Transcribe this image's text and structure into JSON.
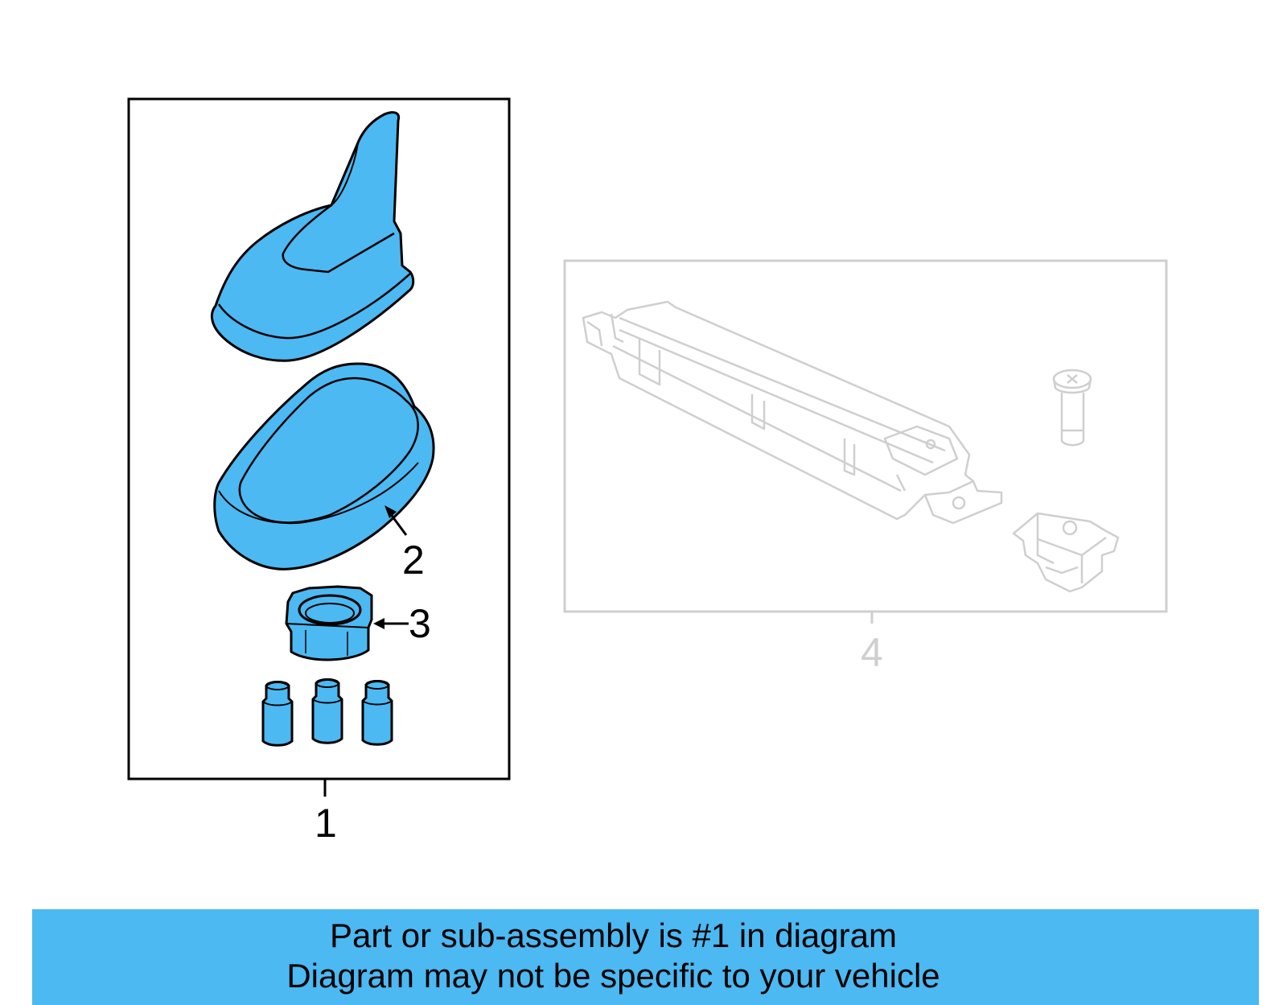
{
  "callouts": {
    "part_1": "1",
    "part_2": "2",
    "part_3": "3",
    "part_4": "4"
  },
  "banner": {
    "line1": "Part or sub-assembly is #1 in diagram",
    "line2": "Diagram may not be specific to your vehicle"
  },
  "colors": {
    "highlight": "#4cb9f2",
    "outline": "#000000",
    "faded": "#cfcfcf",
    "banner": "#4cb9f2"
  }
}
